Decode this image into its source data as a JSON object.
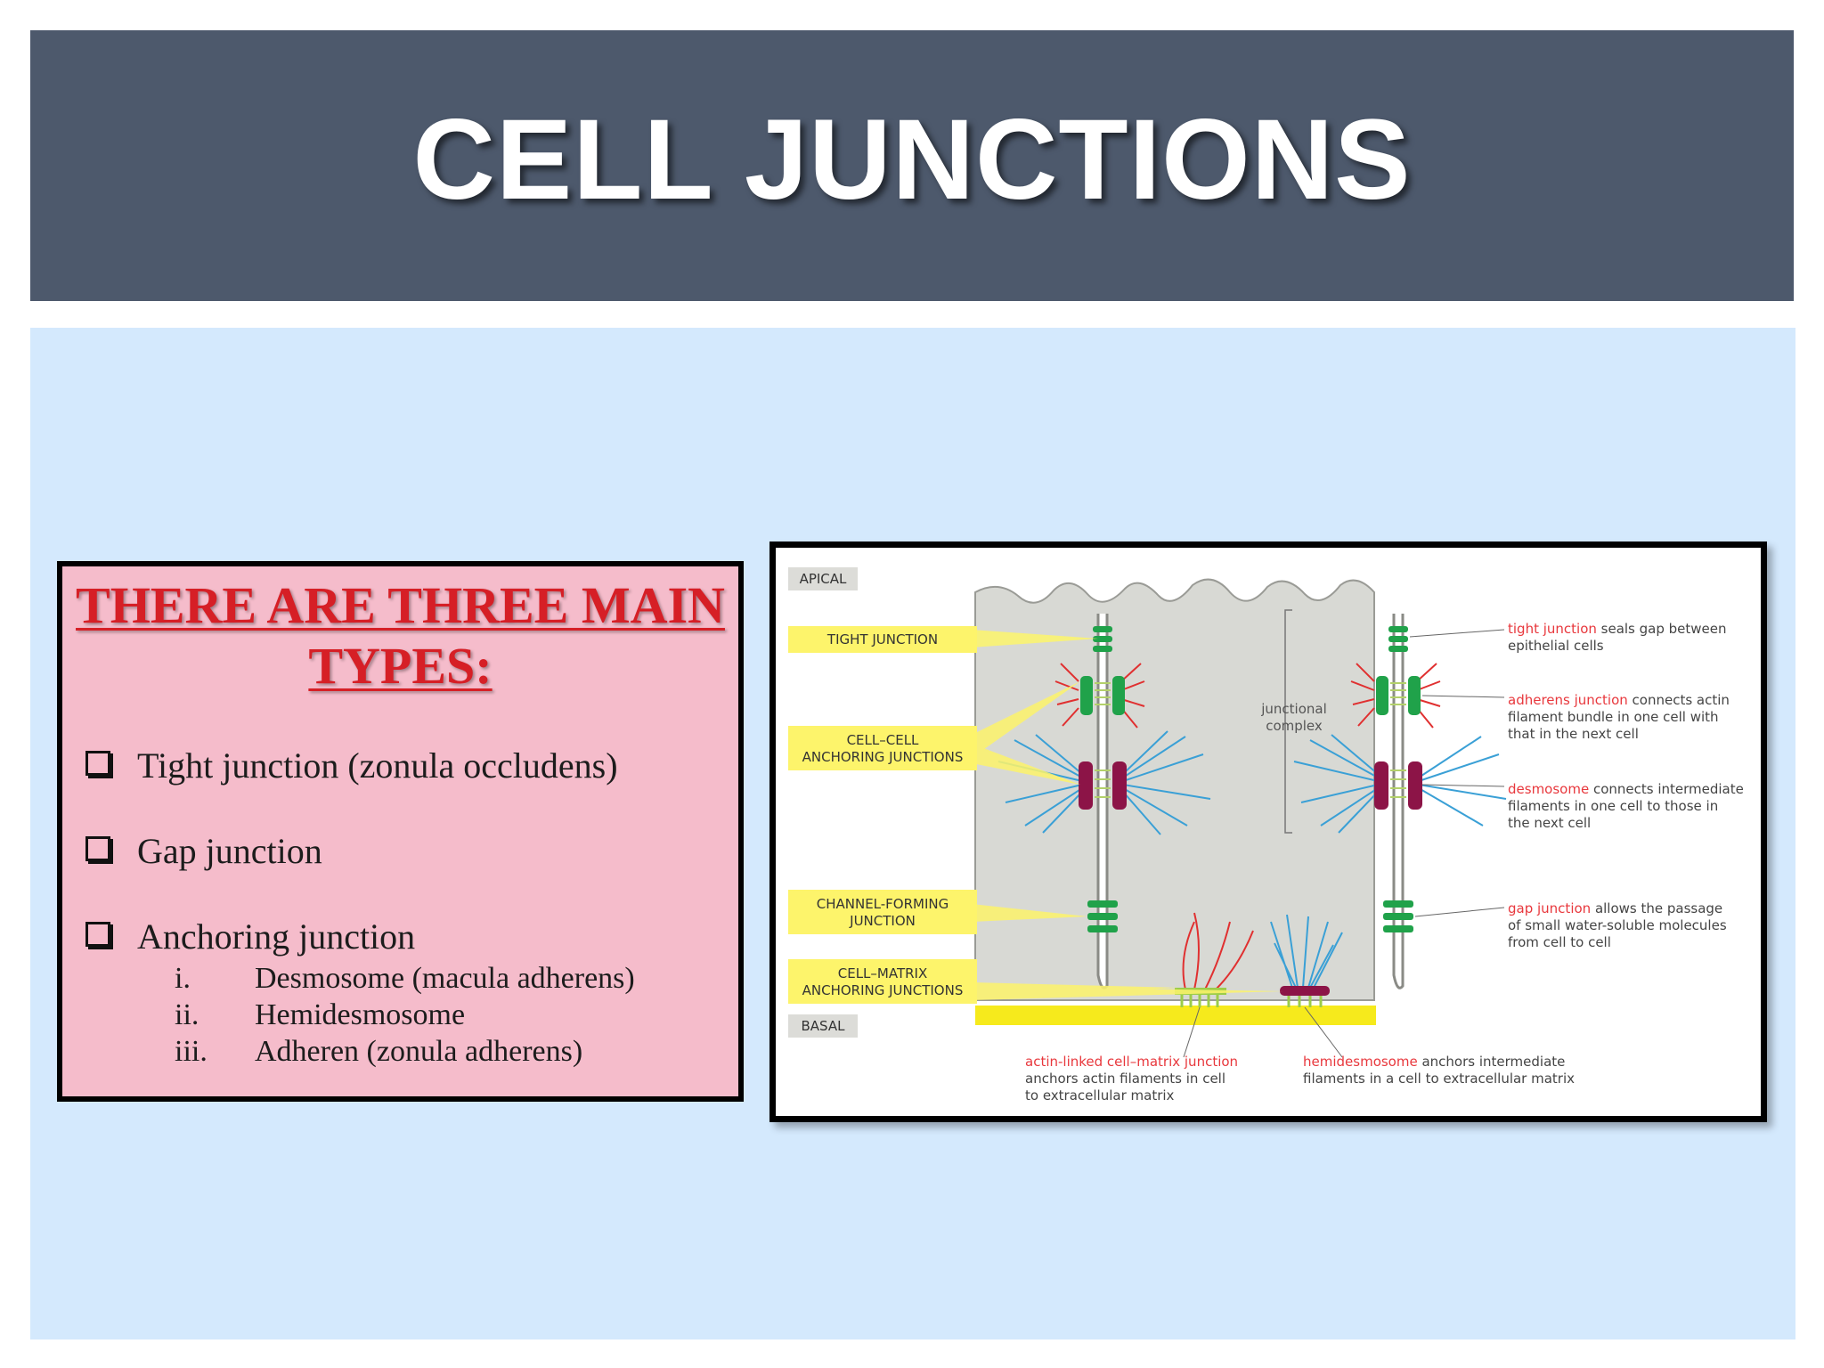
{
  "slide": {
    "title": "CELL JUNCTIONS"
  },
  "types_box": {
    "heading": "THERE ARE THREE MAIN TYPES:",
    "heading_line1": "THERE ARE THREE MAIN",
    "heading_line2": "TYPES:",
    "items": [
      {
        "label": "Tight junction (zonula occludens)"
      },
      {
        "label": "Gap junction"
      },
      {
        "label": "Anchoring junction"
      }
    ],
    "sub_items": [
      {
        "num": "i.",
        "label": "Desmosome (macula adherens)"
      },
      {
        "num": "ii.",
        "label": "Hemidesmosome"
      },
      {
        "num": "iii.",
        "label": "Adheren (zonula adherens)"
      }
    ]
  },
  "diagram": {
    "apical": "APICAL",
    "basal": "BASAL",
    "callouts": [
      {
        "line1": "TIGHT JUNCTION",
        "line2": ""
      },
      {
        "line1": "CELL–CELL",
        "line2": "ANCHORING JUNCTIONS"
      },
      {
        "line1": "CHANNEL-FORMING",
        "line2": "JUNCTION"
      },
      {
        "line1": "CELL–MATRIX",
        "line2": "ANCHORING JUNCTIONS"
      }
    ],
    "junctional_complex": [
      "junctional",
      "complex"
    ],
    "right_labels": [
      {
        "term": "tight junction",
        "rest": " seals gap between",
        "lines": [
          "epithelial cells"
        ]
      },
      {
        "term": "adherens junction",
        "rest": " connects actin",
        "lines": [
          "filament bundle in one cell with",
          "that in the next cell"
        ]
      },
      {
        "term": "desmosome",
        "rest": " connects intermediate",
        "lines": [
          "filaments in one cell to those in",
          "the next cell"
        ]
      },
      {
        "term": "gap junction",
        "rest": " allows the passage",
        "lines": [
          "of small water-soluble molecules",
          "from cell to cell"
        ]
      }
    ],
    "bottom_labels": [
      {
        "term": "actin-linked cell–matrix junction",
        "rest": "",
        "lines": [
          "anchors actin filaments in cell",
          "to extracellular matrix"
        ]
      },
      {
        "term": "hemidesmosome",
        "rest": " anchors intermediate",
        "lines": [
          "filaments in a cell to extracellular matrix"
        ]
      }
    ],
    "colors": {
      "term_red": "#e8383d",
      "callout_yellow": "#fdf46b",
      "cell_gray": "#d8d9d4",
      "junction_green": "#20a24a",
      "desmosome_maroon": "#8c1447",
      "filament_blue": "#3aa0d6",
      "actin_red": "#e03030",
      "matrix_yellow": "#f6ea1c"
    }
  }
}
